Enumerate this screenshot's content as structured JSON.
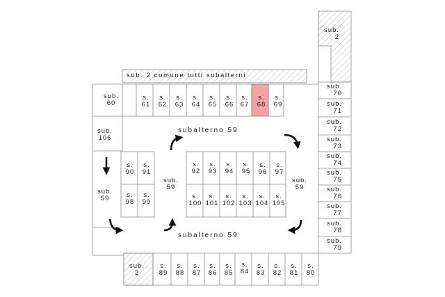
{
  "common_strip": {
    "label": "sub. 2 comune tutti subalterni"
  },
  "hall_labels": {
    "top": "subalterno 59",
    "bottom": "subalterno 59"
  },
  "top_row": [
    {
      "a": "sub.",
      "b": "60"
    },
    {
      "a": "s.",
      "b": "61"
    },
    {
      "a": "s.",
      "b": "62"
    },
    {
      "a": "s.",
      "b": "63"
    },
    {
      "a": "s.",
      "b": "64"
    },
    {
      "a": "s.",
      "b": "65"
    },
    {
      "a": "s.",
      "b": "66"
    },
    {
      "a": "s.",
      "b": "67"
    },
    {
      "a": "s.",
      "b": "68",
      "highlight": true
    },
    {
      "a": "s.",
      "b": "69"
    }
  ],
  "right_column": [
    {
      "a": "sub.",
      "b": "70"
    },
    {
      "a": "sub.",
      "b": "71"
    },
    {
      "a": "sub.",
      "b": "72"
    },
    {
      "a": "sub.",
      "b": "73"
    },
    {
      "a": "sub.",
      "b": "74"
    },
    {
      "a": "sub.",
      "b": "75"
    },
    {
      "a": "sub.",
      "b": "76"
    },
    {
      "a": "sub.",
      "b": "77"
    },
    {
      "a": "sub.",
      "b": "78"
    },
    {
      "a": "sub.",
      "b": "79"
    }
  ],
  "bottom_row": [
    {
      "a": "sub.",
      "b": "2"
    },
    {
      "a": "s.",
      "b": "89"
    },
    {
      "a": "s.",
      "b": "88"
    },
    {
      "a": "s.",
      "b": "87"
    },
    {
      "a": "s.",
      "b": "86"
    },
    {
      "a": "s.",
      "b": "85"
    },
    {
      "a": "s.",
      "b": "84"
    },
    {
      "a": "s.",
      "b": "83"
    },
    {
      "a": "s.",
      "b": "82"
    },
    {
      "a": "s.",
      "b": "81"
    },
    {
      "a": "s.",
      "b": "80"
    }
  ],
  "top_right_unit": {
    "a": "sub.",
    "b": "2"
  },
  "left_units": [
    {
      "a": "sub.",
      "b": "106"
    },
    {
      "a": "sub.",
      "b": "59"
    }
  ],
  "left_block": [
    {
      "a": "s.",
      "b": "90"
    },
    {
      "a": "s.",
      "b": "91"
    },
    {
      "a": "s.",
      "b": "98"
    },
    {
      "a": "s.",
      "b": "99"
    }
  ],
  "center_block": [
    {
      "a": "s.",
      "b": "92"
    },
    {
      "a": "s.",
      "b": "93"
    },
    {
      "a": "s.",
      "b": "94"
    },
    {
      "a": "s.",
      "b": "95"
    },
    {
      "a": "s.",
      "b": "96"
    },
    {
      "a": "s.",
      "b": "97"
    },
    {
      "a": "s.",
      "b": "100"
    },
    {
      "a": "s.",
      "b": "101"
    },
    {
      "a": "s.",
      "b": "102"
    },
    {
      "a": "s.",
      "b": "103"
    },
    {
      "a": "s.",
      "b": "104"
    },
    {
      "a": "s.",
      "b": "105"
    }
  ],
  "lane_labels": [
    {
      "a": "sub.",
      "b": "59"
    },
    {
      "a": "sub.",
      "b": "59"
    }
  ],
  "colors": {
    "line": "#8a8a8a",
    "highlight": "#f5a3a6",
    "hatch": "#a8a8a8",
    "arrow": "#111111"
  }
}
